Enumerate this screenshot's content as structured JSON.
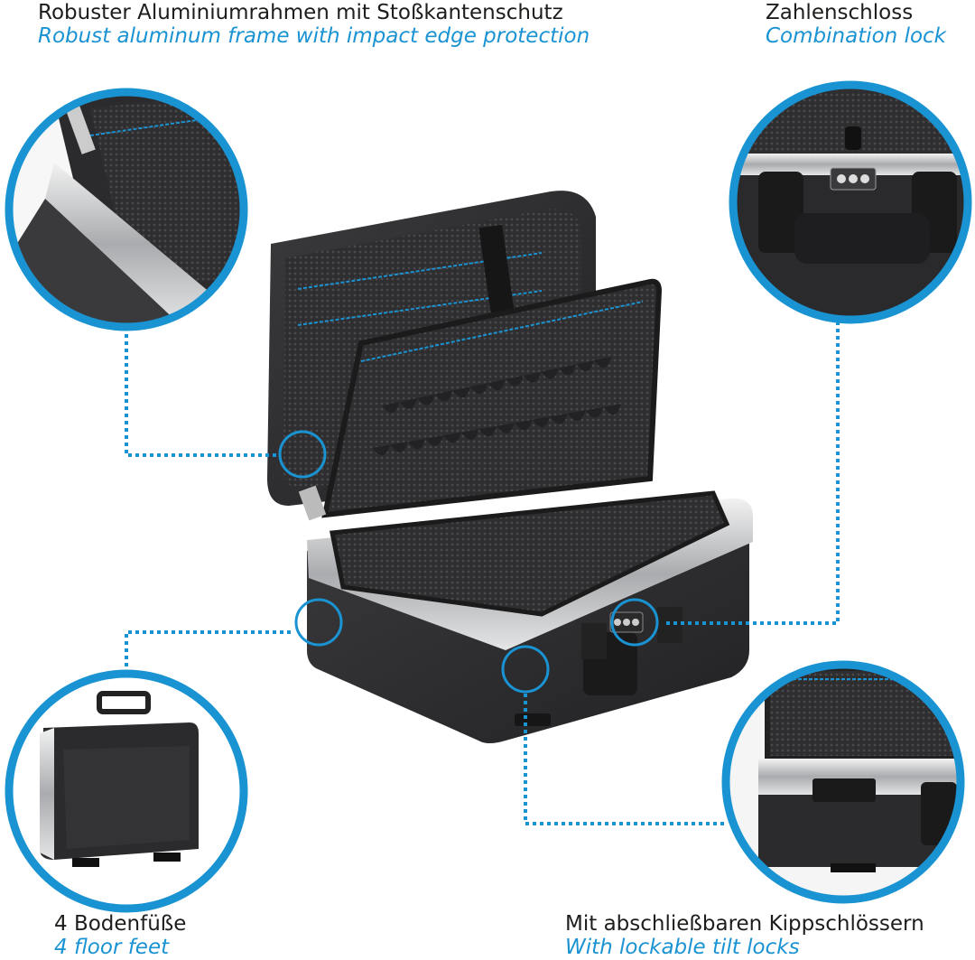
{
  "callouts": {
    "frame": {
      "de": "Robuster Aluminiumrahmen mit Stoßkantenschutz",
      "en": "Robust aluminum frame with impact edge protection"
    },
    "lock": {
      "de": "Zahlenschloss",
      "en": "Combination lock"
    },
    "feet": {
      "de": "4 Bodenfüße",
      "en": "4 floor feet"
    },
    "tilt": {
      "de": "Mit abschließbaren Kippschlössern",
      "en": "With lockable tilt locks"
    }
  },
  "colors": {
    "accent": "#1a93d3",
    "text": "#1d1d1b",
    "case": "#2b2b2d",
    "foam": "#3a3a3c",
    "aluminum": "#c9cacc"
  }
}
